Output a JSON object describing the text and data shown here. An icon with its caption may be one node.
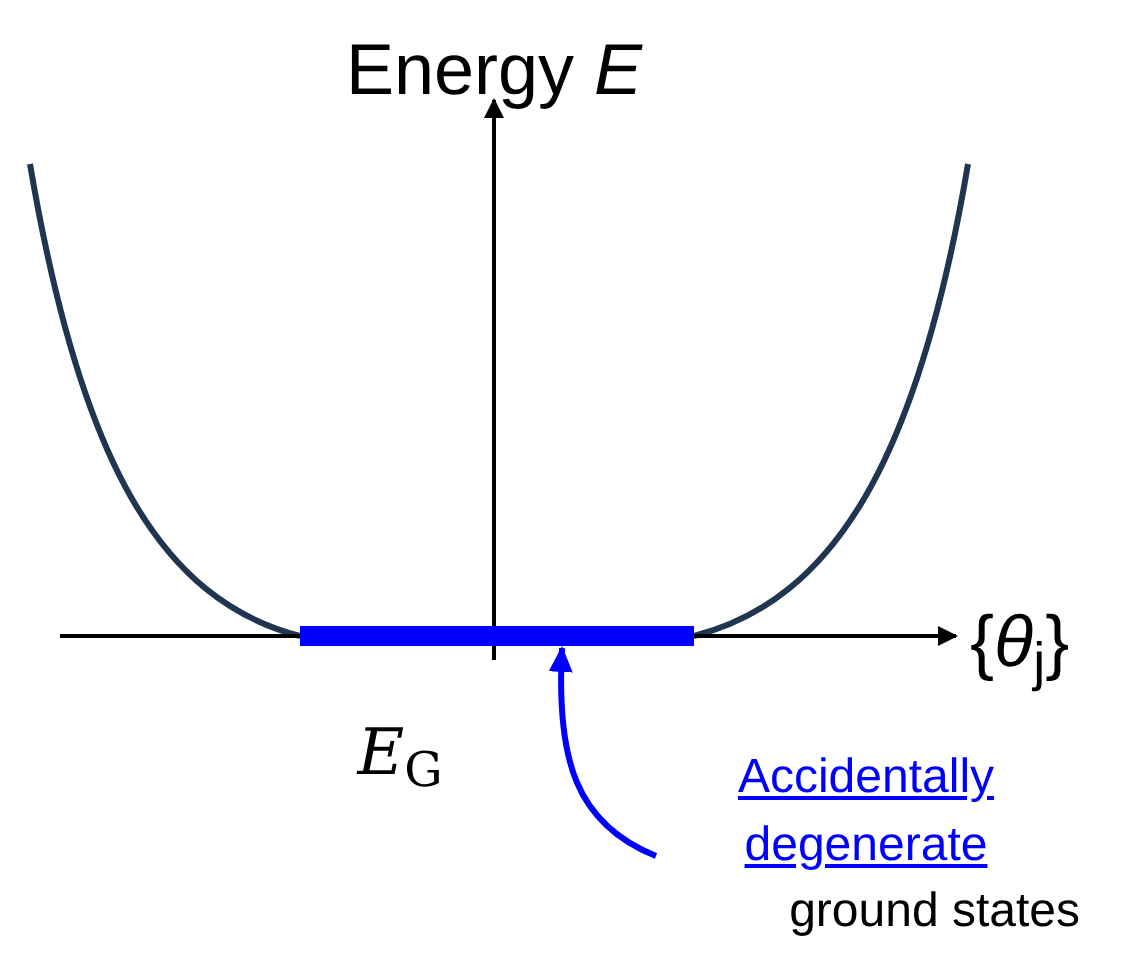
{
  "diagram": {
    "nodes": [
      {
        "text": [],
        "shape": "bar"
      },
      {
        "text": [
          "Accidentally degenerate",
          "ground states"
        ]
      }
    ],
    "edges": [
      {
        "from": 1,
        "to": 0,
        "arrow": "to",
        "color": "#0000ff"
      }
    ],
    "labels": [
      "Energy *E*",
      "{*θ*$_{j}$}",
      "*E*$_{G}$"
    ]
  }
}
